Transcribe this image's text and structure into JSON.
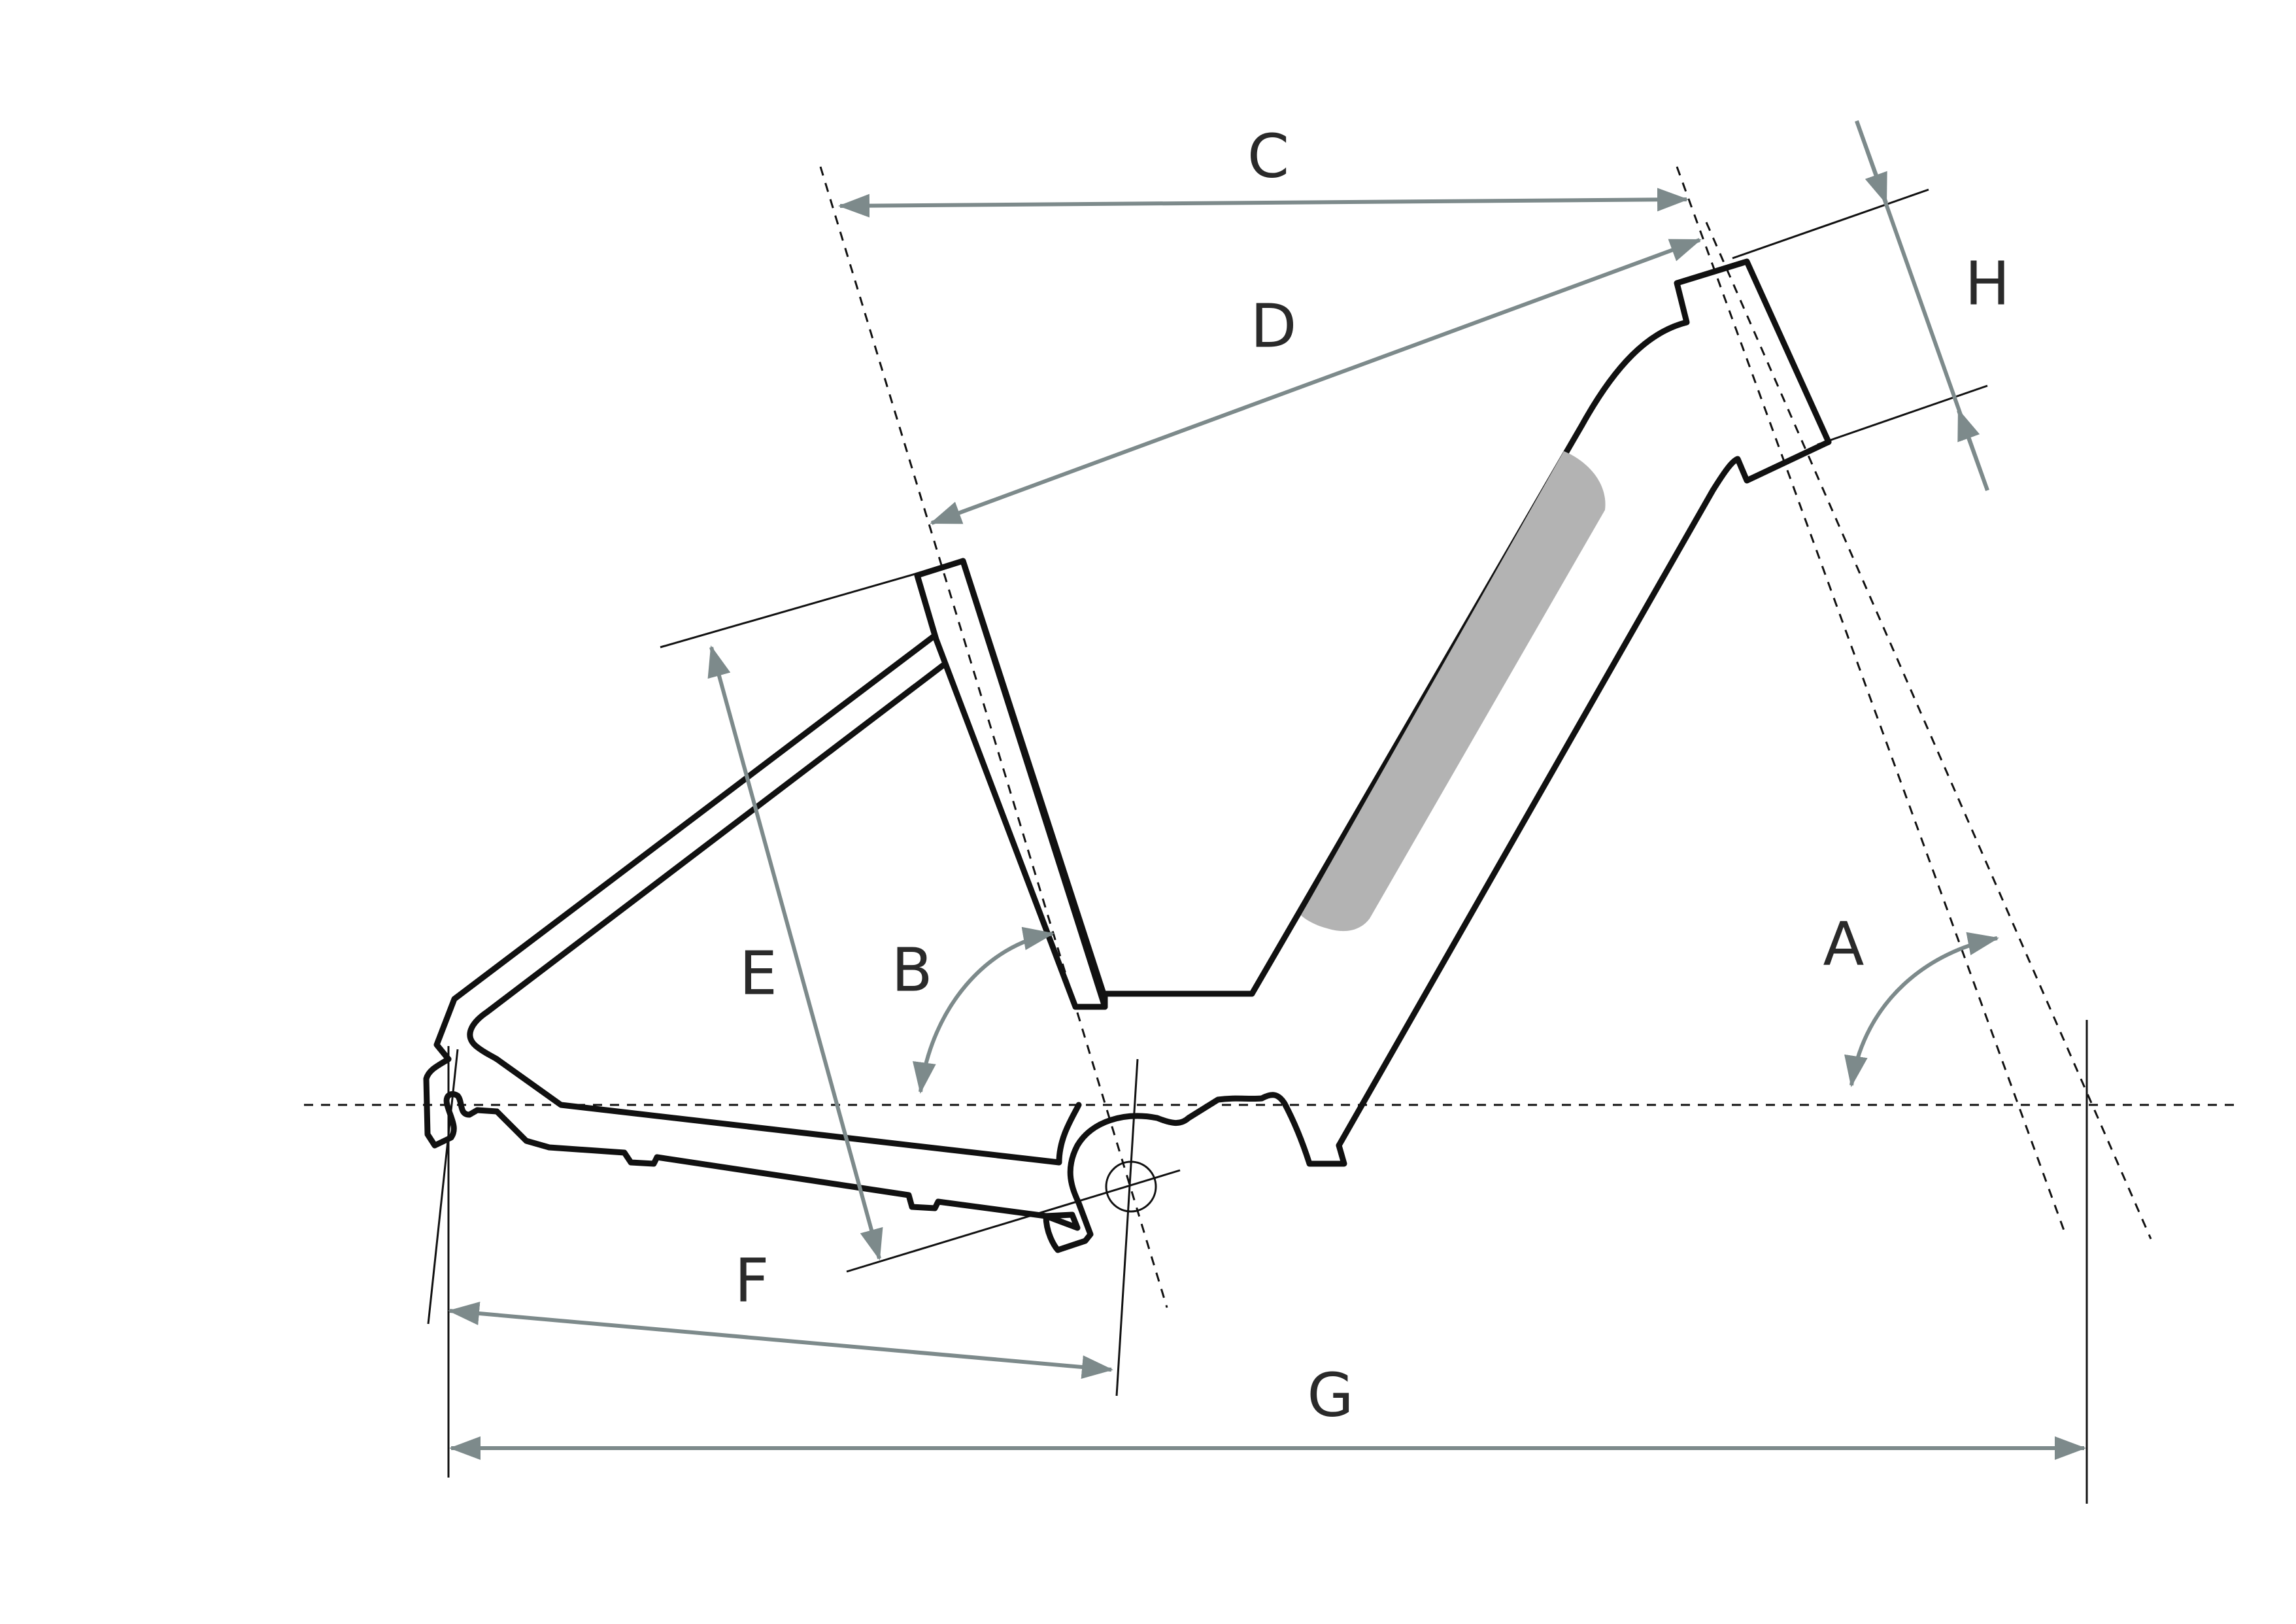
{
  "labels": {
    "A": "A",
    "B": "B",
    "C": "C",
    "D": "D",
    "E": "E",
    "F": "F",
    "G": "G",
    "H": "H"
  },
  "colors": {
    "frame_stroke": "#111111",
    "dimension_line": "#7d8a8b",
    "battery_fill": "#b3b3b3",
    "label_text": "#2a2a2a",
    "background": "#ffffff"
  }
}
